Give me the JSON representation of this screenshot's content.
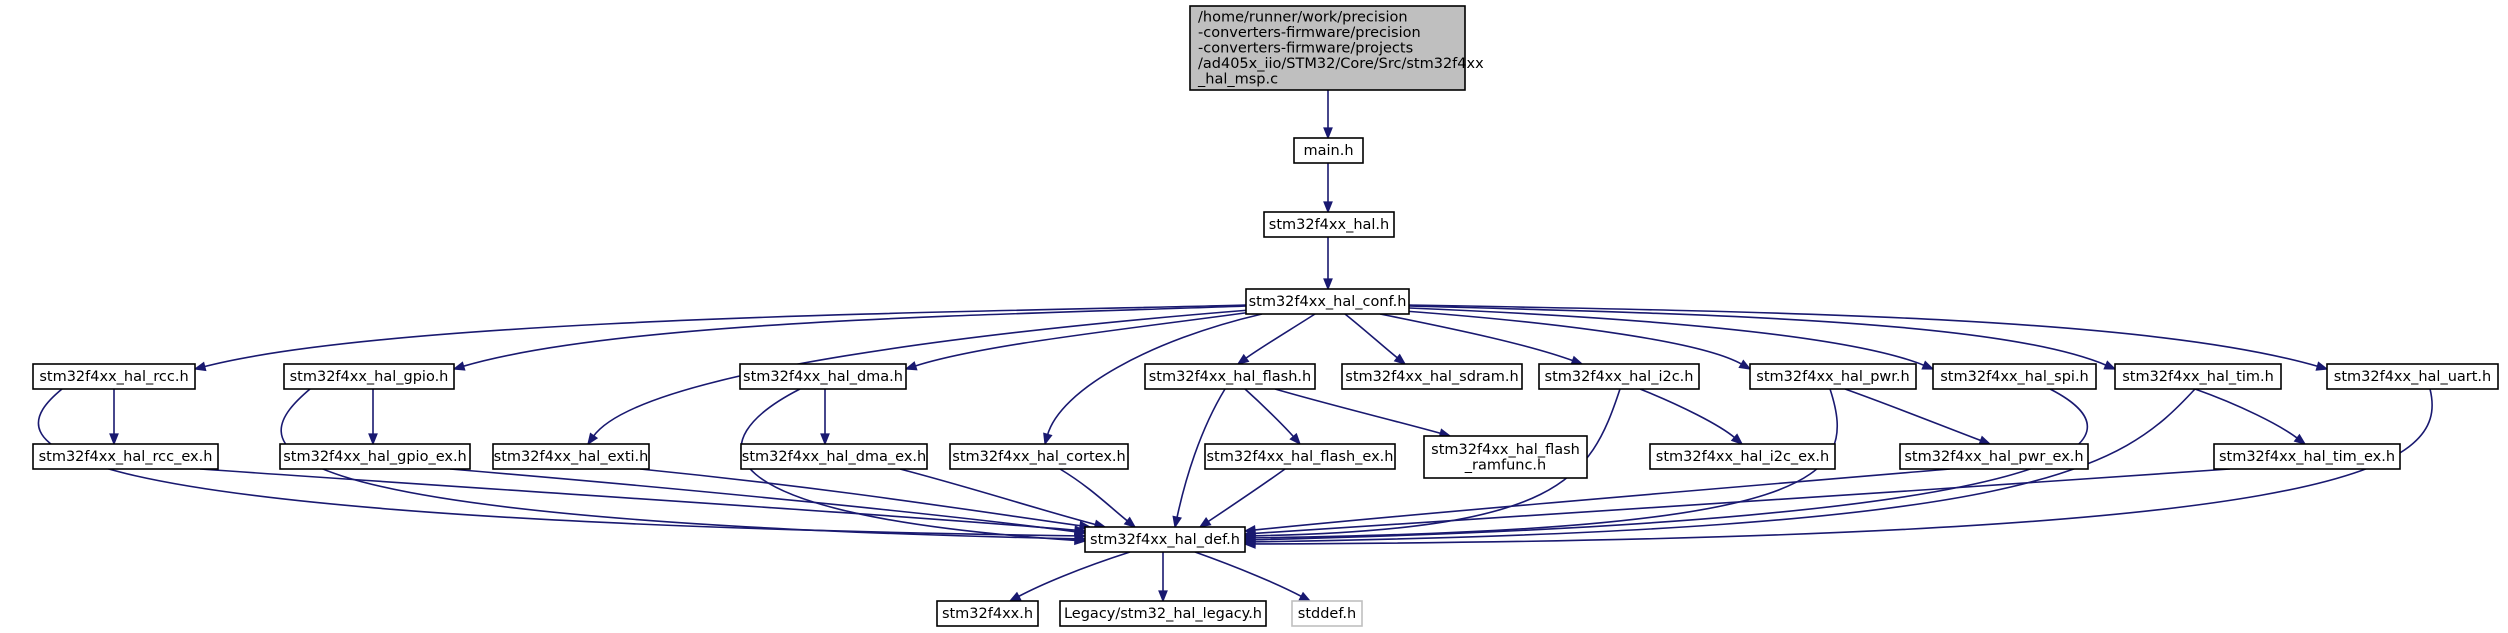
{
  "diagram": {
    "colors": {
      "edge": "#191970",
      "root_fill": "#bfbfbf",
      "node_border": "#000000",
      "external_border": "#bfbfbf",
      "node_fill": "#ffffff"
    },
    "nodes": [
      {
        "id": "root",
        "lines": [
          "/home/runner/work/precision",
          "-converters-firmware/precision",
          "-converters-firmware/projects",
          "/ad405x_iio/STM32/Core/Src/stm32f4xx",
          "_hal_msp.c"
        ],
        "kind": "root"
      },
      {
        "id": "main_h",
        "lines": [
          "main.h"
        ],
        "kind": "normal"
      },
      {
        "id": "hal_h",
        "lines": [
          "stm32f4xx_hal.h"
        ],
        "kind": "normal"
      },
      {
        "id": "conf_h",
        "lines": [
          "stm32f4xx_hal_conf.h"
        ],
        "kind": "normal"
      },
      {
        "id": "rcc_h",
        "lines": [
          "stm32f4xx_hal_rcc.h"
        ],
        "kind": "normal"
      },
      {
        "id": "gpio_h",
        "lines": [
          "stm32f4xx_hal_gpio.h"
        ],
        "kind": "normal"
      },
      {
        "id": "exti_h",
        "lines": [
          "stm32f4xx_hal_exti.h"
        ],
        "kind": "normal"
      },
      {
        "id": "dma_h",
        "lines": [
          "stm32f4xx_hal_dma.h"
        ],
        "kind": "normal"
      },
      {
        "id": "cortex_h",
        "lines": [
          "stm32f4xx_hal_cortex.h"
        ],
        "kind": "normal"
      },
      {
        "id": "flash_h",
        "lines": [
          "stm32f4xx_hal_flash.h"
        ],
        "kind": "normal"
      },
      {
        "id": "sdram_h",
        "lines": [
          "stm32f4xx_hal_sdram.h"
        ],
        "kind": "normal"
      },
      {
        "id": "i2c_h",
        "lines": [
          "stm32f4xx_hal_i2c.h"
        ],
        "kind": "normal"
      },
      {
        "id": "pwr_h",
        "lines": [
          "stm32f4xx_hal_pwr.h"
        ],
        "kind": "normal"
      },
      {
        "id": "spi_h",
        "lines": [
          "stm32f4xx_hal_spi.h"
        ],
        "kind": "normal"
      },
      {
        "id": "tim_h",
        "lines": [
          "stm32f4xx_hal_tim.h"
        ],
        "kind": "normal"
      },
      {
        "id": "uart_h",
        "lines": [
          "stm32f4xx_hal_uart.h"
        ],
        "kind": "normal"
      },
      {
        "id": "rcc_ex_h",
        "lines": [
          "stm32f4xx_hal_rcc_ex.h"
        ],
        "kind": "normal"
      },
      {
        "id": "gpio_ex_h",
        "lines": [
          "stm32f4xx_hal_gpio_ex.h"
        ],
        "kind": "normal"
      },
      {
        "id": "dma_ex_h",
        "lines": [
          "stm32f4xx_hal_dma_ex.h"
        ],
        "kind": "normal"
      },
      {
        "id": "flash_ex_h",
        "lines": [
          "stm32f4xx_hal_flash_ex.h"
        ],
        "kind": "normal"
      },
      {
        "id": "flash_ramfunc_h",
        "lines": [
          "stm32f4xx_hal_flash",
          "_ramfunc.h"
        ],
        "kind": "normal"
      },
      {
        "id": "i2c_ex_h",
        "lines": [
          "stm32f4xx_hal_i2c_ex.h"
        ],
        "kind": "normal"
      },
      {
        "id": "pwr_ex_h",
        "lines": [
          "stm32f4xx_hal_pwr_ex.h"
        ],
        "kind": "normal"
      },
      {
        "id": "tim_ex_h",
        "lines": [
          "stm32f4xx_hal_tim_ex.h"
        ],
        "kind": "normal"
      },
      {
        "id": "def_h",
        "lines": [
          "stm32f4xx_hal_def.h"
        ],
        "kind": "normal"
      },
      {
        "id": "stm32f4xx_h",
        "lines": [
          "stm32f4xx.h"
        ],
        "kind": "normal"
      },
      {
        "id": "legacy_h",
        "lines": [
          "Legacy/stm32_hal_legacy.h"
        ],
        "kind": "normal"
      },
      {
        "id": "stddef_h",
        "lines": [
          "stddef.h"
        ],
        "kind": "external"
      }
    ],
    "edges": [
      [
        "root",
        "main_h"
      ],
      [
        "main_h",
        "hal_h"
      ],
      [
        "hal_h",
        "conf_h"
      ],
      [
        "conf_h",
        "rcc_h"
      ],
      [
        "conf_h",
        "gpio_h"
      ],
      [
        "conf_h",
        "exti_h"
      ],
      [
        "conf_h",
        "dma_h"
      ],
      [
        "conf_h",
        "cortex_h"
      ],
      [
        "conf_h",
        "flash_h"
      ],
      [
        "conf_h",
        "sdram_h"
      ],
      [
        "conf_h",
        "i2c_h"
      ],
      [
        "conf_h",
        "pwr_h"
      ],
      [
        "conf_h",
        "spi_h"
      ],
      [
        "conf_h",
        "tim_h"
      ],
      [
        "conf_h",
        "uart_h"
      ],
      [
        "rcc_h",
        "rcc_ex_h"
      ],
      [
        "rcc_h",
        "def_h"
      ],
      [
        "gpio_h",
        "gpio_ex_h"
      ],
      [
        "gpio_h",
        "def_h"
      ],
      [
        "dma_h",
        "dma_ex_h"
      ],
      [
        "dma_h",
        "def_h"
      ],
      [
        "flash_h",
        "flash_ex_h"
      ],
      [
        "flash_h",
        "flash_ramfunc_h"
      ],
      [
        "flash_h",
        "def_h"
      ],
      [
        "i2c_h",
        "i2c_ex_h"
      ],
      [
        "i2c_h",
        "def_h"
      ],
      [
        "pwr_h",
        "pwr_ex_h"
      ],
      [
        "pwr_h",
        "def_h"
      ],
      [
        "tim_h",
        "tim_ex_h"
      ],
      [
        "tim_h",
        "def_h"
      ],
      [
        "spi_h",
        "def_h"
      ],
      [
        "uart_h",
        "def_h"
      ],
      [
        "rcc_ex_h",
        "def_h"
      ],
      [
        "gpio_ex_h",
        "def_h"
      ],
      [
        "exti_h",
        "def_h"
      ],
      [
        "dma_ex_h",
        "def_h"
      ],
      [
        "cortex_h",
        "def_h"
      ],
      [
        "flash_ex_h",
        "def_h"
      ],
      [
        "pwr_ex_h",
        "def_h"
      ],
      [
        "tim_ex_h",
        "def_h"
      ],
      [
        "def_h",
        "stm32f4xx_h"
      ],
      [
        "def_h",
        "legacy_h"
      ],
      [
        "def_h",
        "stddef_h"
      ]
    ]
  }
}
